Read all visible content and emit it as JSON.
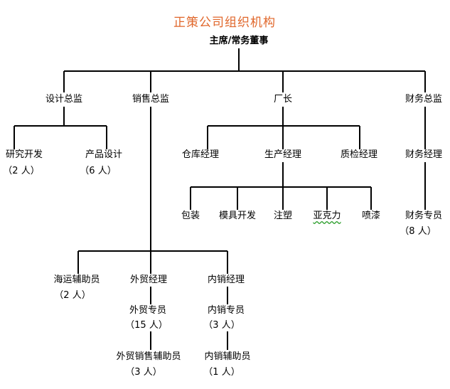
{
  "title": "正策公司组织机构",
  "nodes": {
    "chairman": "主席/常务董事",
    "design_director": "设计总监",
    "sales_director": "销售总监",
    "factory_director": "厂长",
    "finance_director": "财务总监",
    "rnd": "研究开发",
    "rnd_count": "（2 人）",
    "product_design": "产品设计",
    "product_design_count": "（6 人）",
    "warehouse_manager": "仓库经理",
    "production_manager": "生产经理",
    "qc_manager": "质检经理",
    "finance_manager": "财务经理",
    "packaging": "包装",
    "mold_dev": "模具开发",
    "injection": "注塑",
    "acrylic": "亚克力",
    "spray_paint": "喷漆",
    "finance_staff": "财务专员",
    "finance_staff_count": "（8 人）",
    "shipping_assistant": "海运辅助员",
    "shipping_assistant_count": "（2 人）",
    "foreign_trade_manager": "外贸经理",
    "domestic_sales_manager": "内销经理",
    "foreign_trade_staff": "外贸专员",
    "foreign_trade_staff_count": "（15 人）",
    "domestic_sales_staff": "内销专员",
    "domestic_sales_staff_count": "（3 人）",
    "foreign_sales_assistant": "外贸销售辅助员",
    "foreign_sales_assistant_count": "（3 人）",
    "domestic_sales_assistant": "内销辅助员",
    "domestic_sales_assistant_count": "（1 人）"
  }
}
